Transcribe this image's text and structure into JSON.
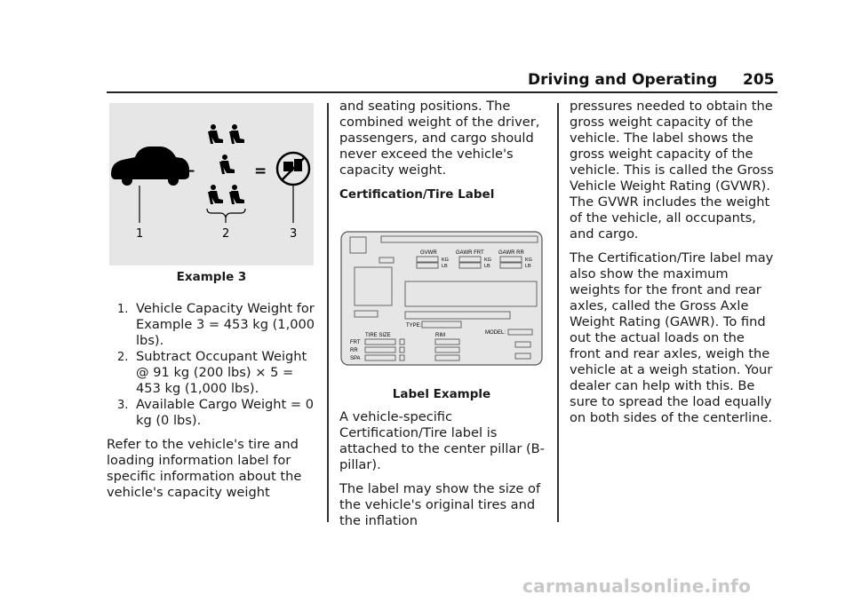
{
  "header": {
    "title": "Driving and Operating",
    "page_number": "205"
  },
  "figure1": {
    "caption": "Example 3",
    "callouts": [
      "1",
      "2",
      "3"
    ],
    "minus_sign": "−",
    "equals_sign": "="
  },
  "list": [
    {
      "num": "1.",
      "text": "Vehicle Capacity Weight for Example 3 = 453 kg (1,000 lbs)."
    },
    {
      "num": "2.",
      "text": "Subtract Occupant Weight @ 91 kg (200 lbs) × 5 = 453 kg (1,000 lbs)."
    },
    {
      "num": "3.",
      "text": "Available Cargo Weight = 0 kg (0 lbs)."
    }
  ],
  "col1_paragraph": "Refer to the vehicle's tire and loading information label for specific information about the vehicle's capacity weight",
  "col2": {
    "para1": "and seating positions. The combined weight of the driver, passengers, and cargo should never exceed the vehicle's capacity weight.",
    "subheading": "Certification/Tire Label",
    "caption": "Label Example",
    "para2": "A vehicle-specific Certification/Tire label is attached to the center pillar (B-pillar).",
    "para3": "The label may show the size of the vehicle's original tires and the inflation"
  },
  "label_figure": {
    "gvwr": "GVWR",
    "gawr_frt": "GAWR FRT",
    "gawr_rr": "GAWR RR",
    "kg": "KG",
    "lb": "LB",
    "type": "TYPE:",
    "tire_size": "TIRE SIZE",
    "rim": "RIM",
    "model": "MODEL:",
    "frt": "FRT",
    "rr": "RR",
    "spa": "SPA"
  },
  "col3": {
    "para1": "pressures needed to obtain the gross weight capacity of the vehicle. The label shows the gross weight capacity of the vehicle. This is called the Gross Vehicle Weight Rating (GVWR). The GVWR includes the weight of the vehicle, all occupants, and cargo.",
    "para2": "The Certification/Tire label may also show the maximum weights for the front and rear axles, called the Gross Axle Weight Rating (GAWR). To find out the actual loads on the front and rear axles, weigh the vehicle at a weigh station. Your dealer can help with this. Be sure to spread the load equally on both sides of the centerline."
  },
  "watermark": "carmanualsonline.info"
}
